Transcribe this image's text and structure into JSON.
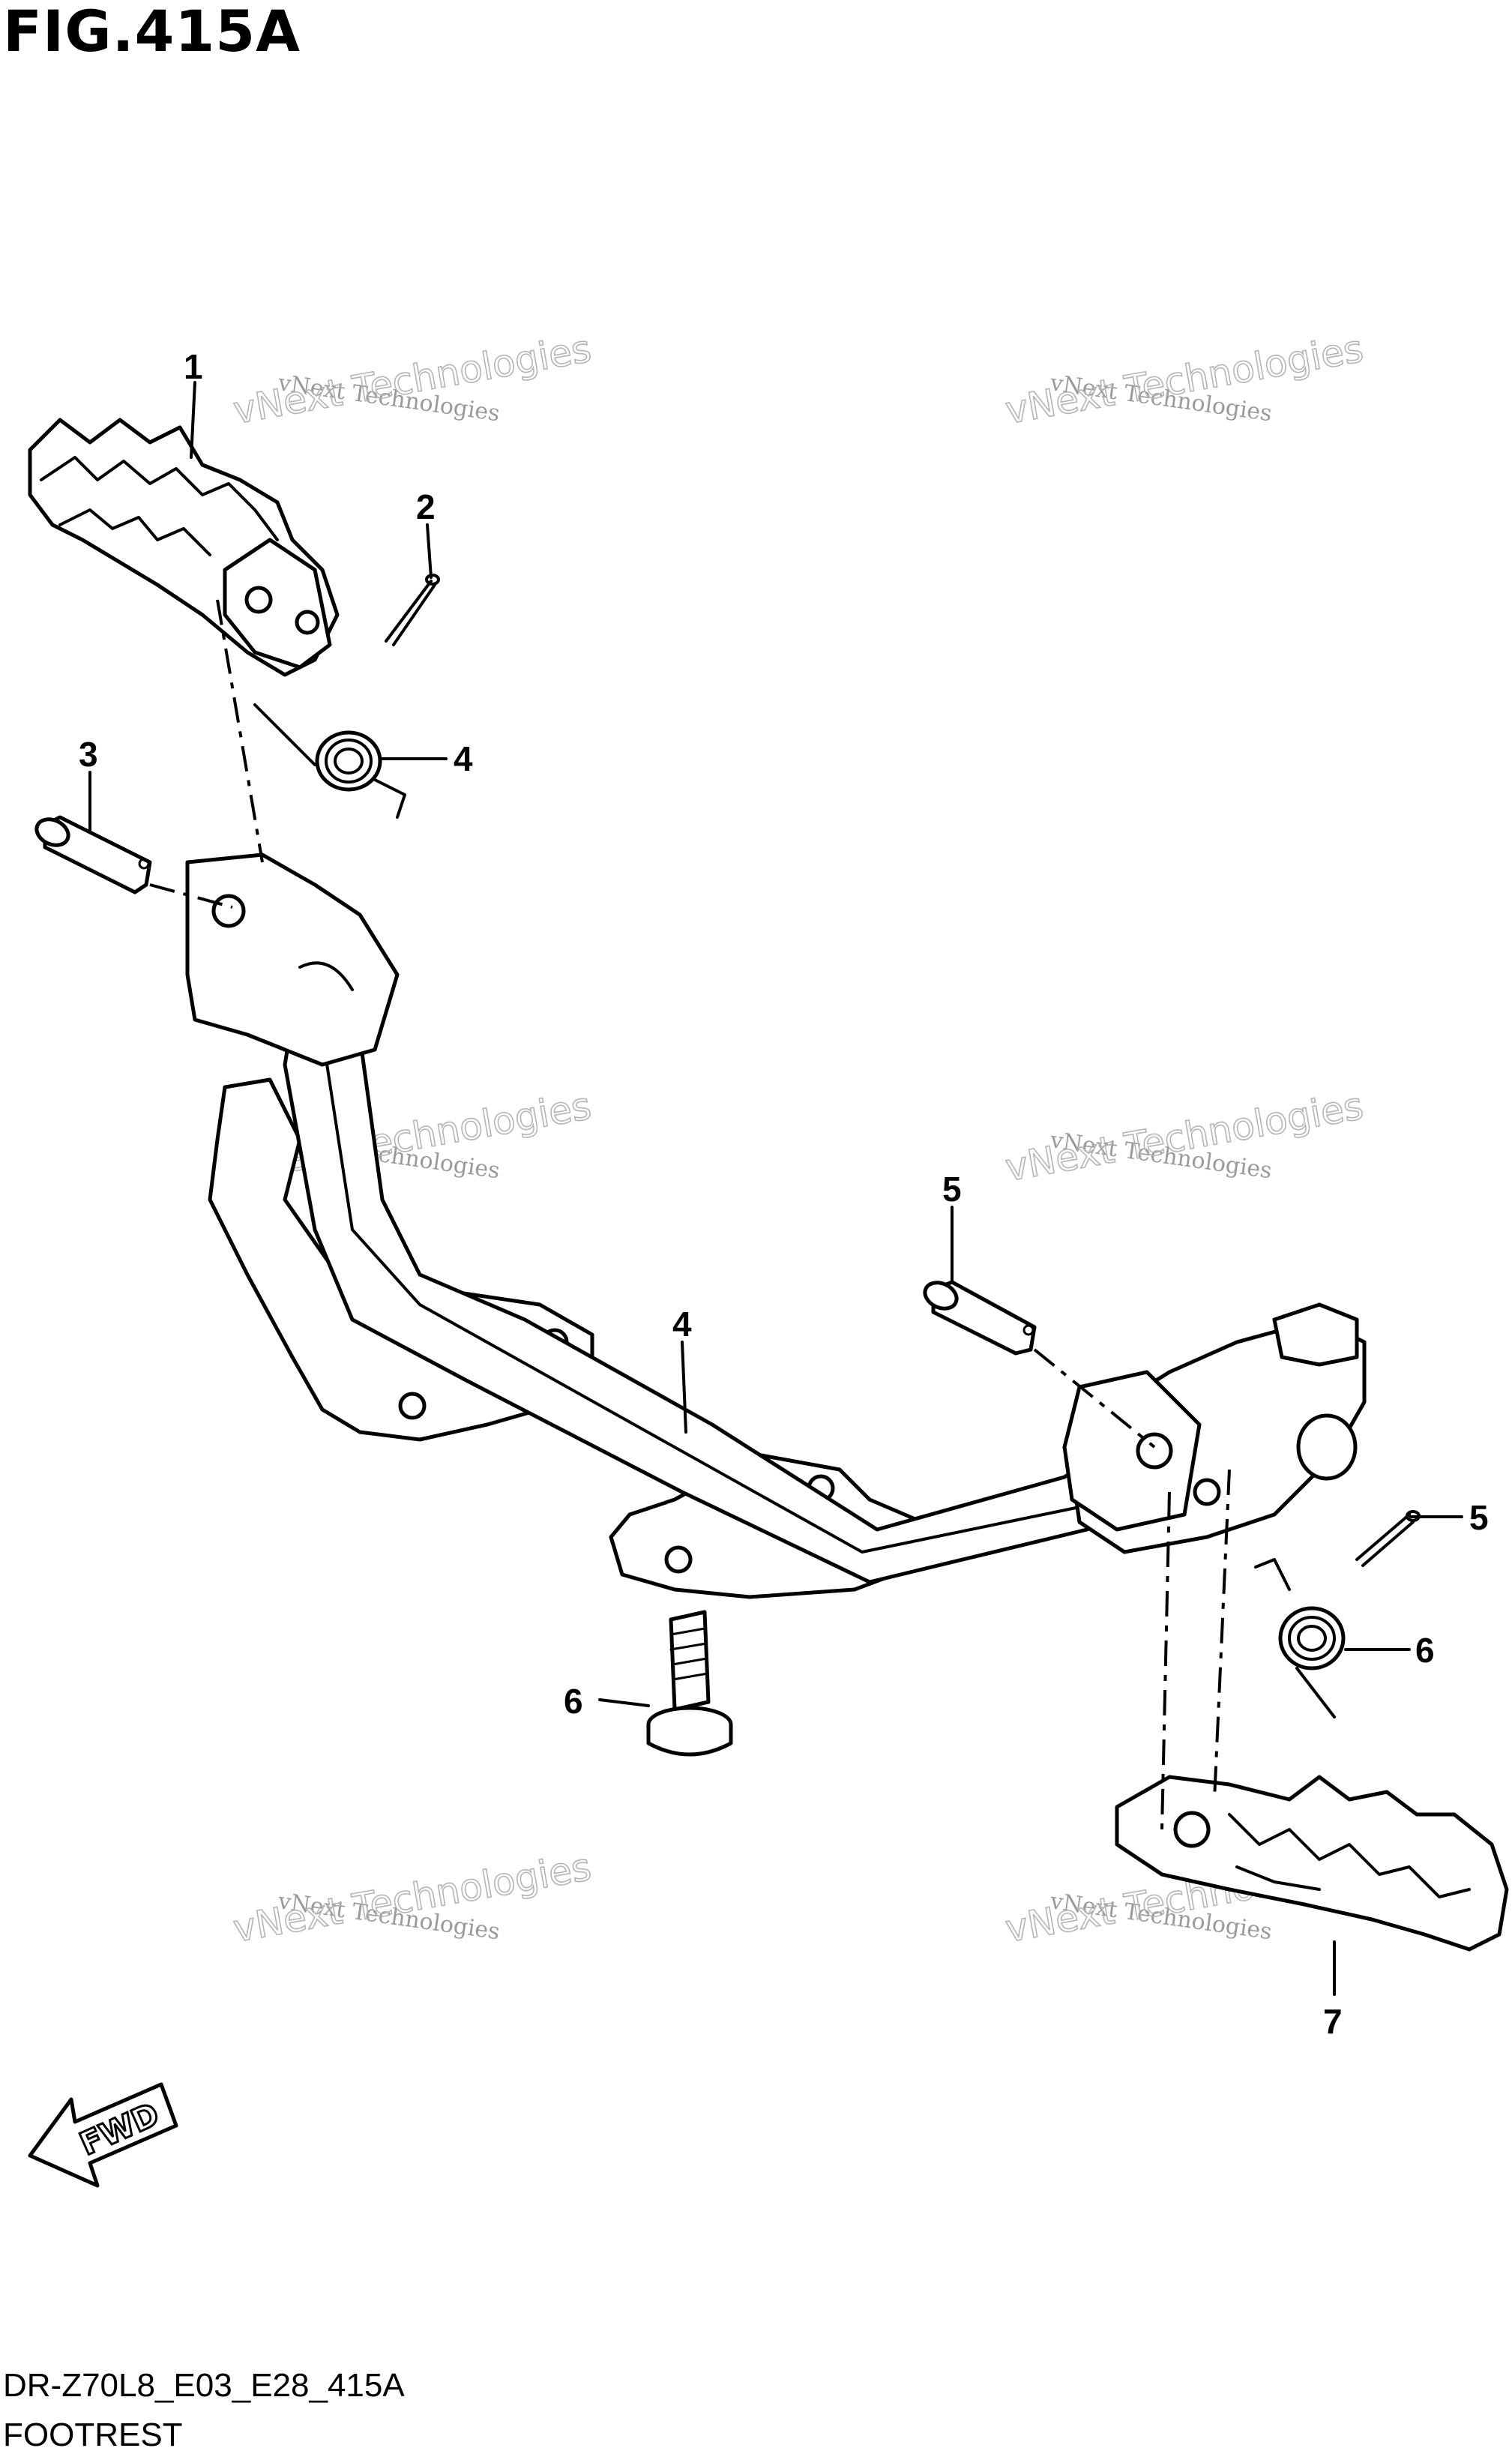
{
  "figure": {
    "title": "FIG.415A",
    "code": "DR-Z70L8_E03_E28_415A",
    "name": "FOOTREST"
  },
  "callouts": [
    "1",
    "2",
    "3",
    "4",
    "4",
    "5",
    "5",
    "6",
    "6",
    "7"
  ],
  "watermark": {
    "line1": "vNext Technologies",
    "line2": "vNext Technologies"
  },
  "direction_label": "FWD"
}
